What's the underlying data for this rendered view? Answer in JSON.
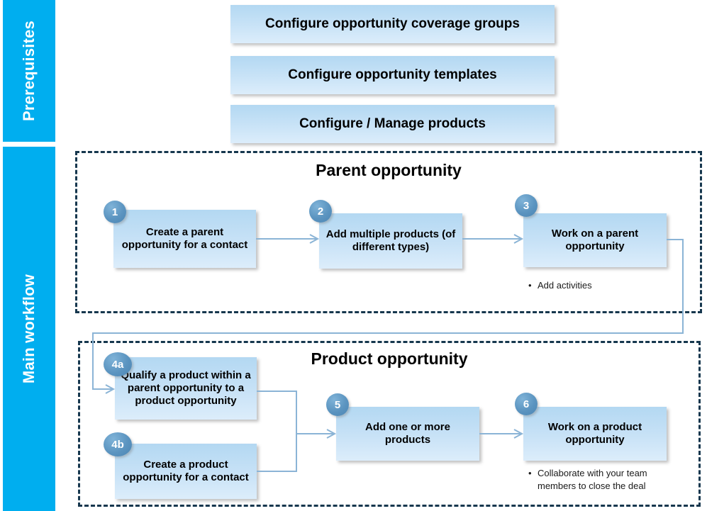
{
  "lanes": [
    {
      "id": "prerequisites",
      "label": "Prerequisites",
      "color": "#00AEEF"
    },
    {
      "id": "main-workflow",
      "label": "Main workflow",
      "color": "#00AEEF"
    }
  ],
  "prerequisites": {
    "boxes": [
      {
        "label": "Configure opportunity coverage groups"
      },
      {
        "label": "Configure opportunity templates"
      },
      {
        "label": "Configure / Manage products"
      }
    ]
  },
  "sections": [
    {
      "id": "parent-opportunity",
      "title": "Parent opportunity",
      "steps": [
        {
          "number": "1",
          "label": "Create a parent opportunity for a contact"
        },
        {
          "number": "2",
          "label": "Add multiple products (of different types)"
        },
        {
          "number": "3",
          "label": "Work on a parent opportunity"
        }
      ],
      "notes": [
        {
          "bullet": "•",
          "text": "Add activities"
        }
      ]
    },
    {
      "id": "product-opportunity",
      "title": "Product opportunity",
      "steps": [
        {
          "number": "4a",
          "label": "Qualify a product within a parent opportunity to a product opportunity"
        },
        {
          "number": "4b",
          "label": "Create a product opportunity for a contact"
        },
        {
          "number": "5",
          "label": "Add one or more products"
        },
        {
          "number": "6",
          "label": "Work on a product opportunity"
        }
      ],
      "notes": [
        {
          "bullet": "•",
          "text": "Collaborate with your team members to close the deal"
        }
      ]
    }
  ],
  "colors": {
    "lane_bar": "#00AEEF",
    "box_fill_top": "#B3D8F2",
    "box_fill_bottom": "#DCEDFB",
    "badge_fill": "#5B94C0",
    "section_border": "#16374E",
    "connector": "#8BB4D6",
    "text": "#000000"
  }
}
